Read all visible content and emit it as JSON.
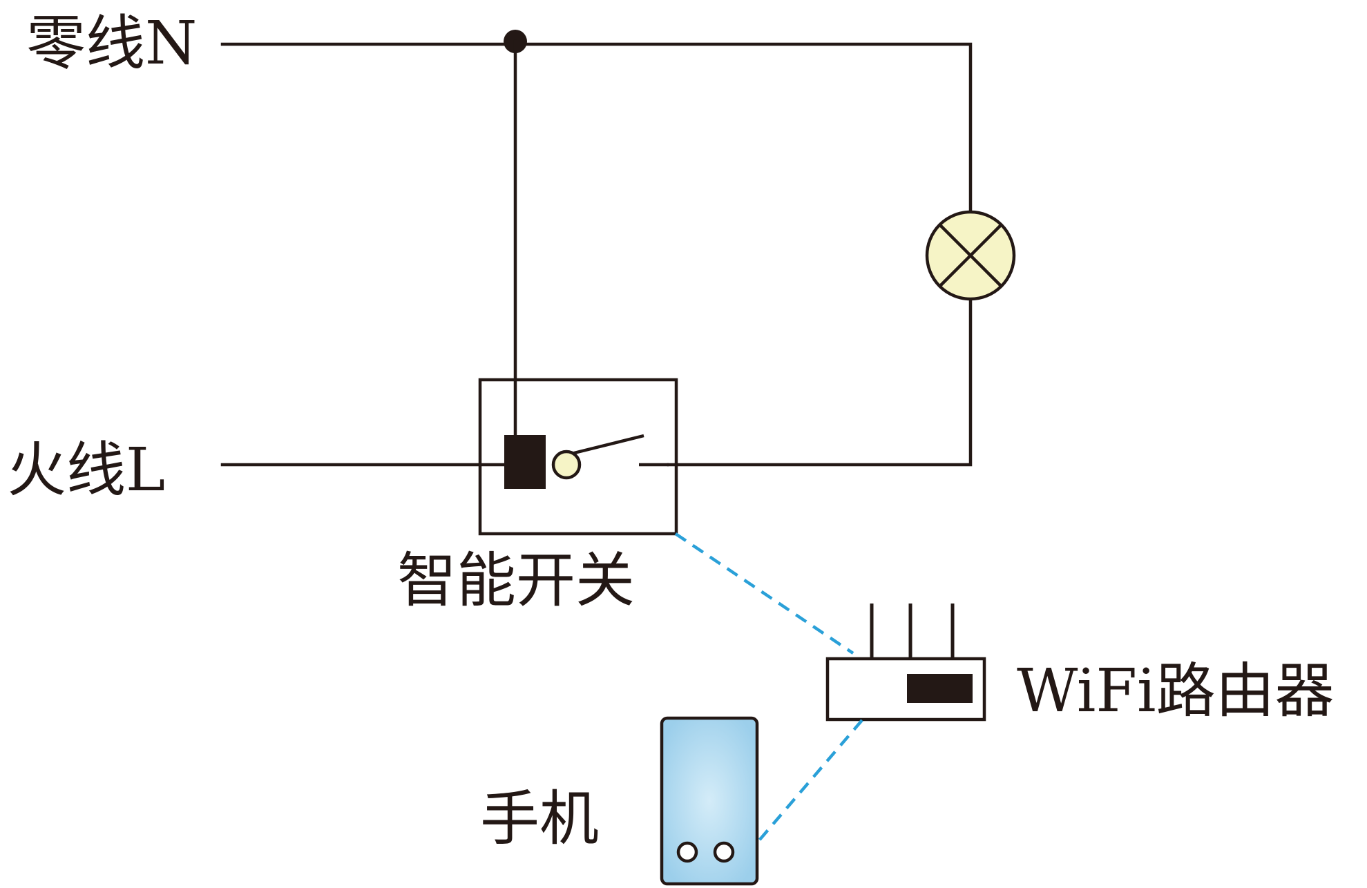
{
  "labels": {
    "neutral_line": "零线N",
    "live_line": "火线L",
    "smart_switch": "智能开关",
    "wifi_router": "WiFi路由器",
    "phone": "手机"
  },
  "colors": {
    "wire": "#231815",
    "wifi_link": "#2aa0d8",
    "lamp_fill": "#f6f4c6",
    "phone_body": "#a9d6ef",
    "knob_fill": "#f6f4c6"
  },
  "icons": {
    "lamp": "lamp-symbol-icon",
    "router": "wifi-router-icon",
    "phone": "mobile-phone-icon"
  }
}
